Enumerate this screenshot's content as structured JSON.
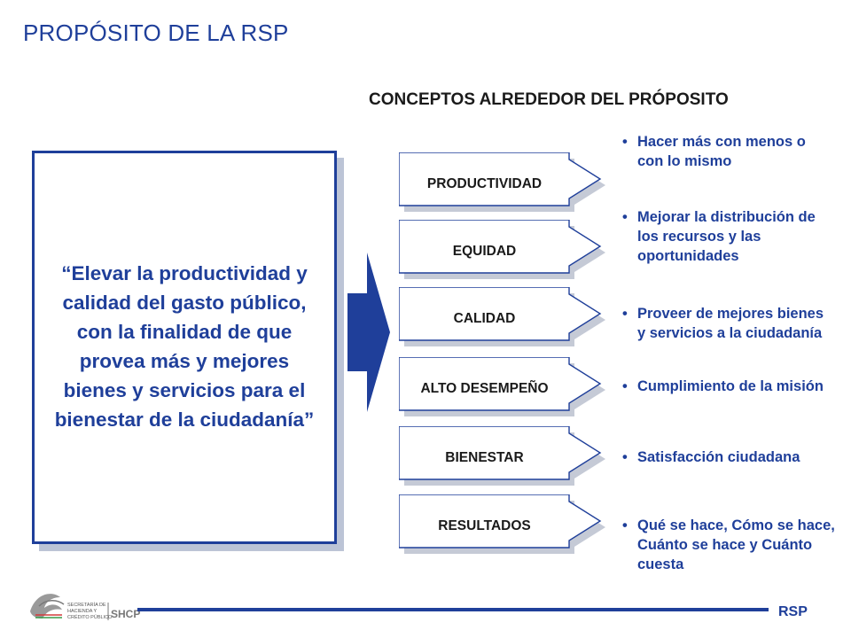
{
  "title": "PROPÓSITO DE LA RSP",
  "subtitle": "CONCEPTOS ALREDEDOR DEL PRÓPOSITO",
  "quote": "“Elevar la productividad y calidad del gasto público, con la finalidad de que provea más y mejores bienes y servicios para el bienestar de la ciudadanía”",
  "concepts": [
    {
      "label": "PRODUCTIVIDAD"
    },
    {
      "label": "EQUIDAD"
    },
    {
      "label": "CALIDAD"
    },
    {
      "label": "ALTO DESEMPEÑO"
    },
    {
      "label": "BIENESTAR"
    },
    {
      "label": "RESULTADOS"
    }
  ],
  "descriptions": [
    {
      "bullet": "•",
      "text": "Hacer más con menos o con lo mismo"
    },
    {
      "bullet": "•",
      "text": "Mejorar la distribución de los recursos y las oportunidades"
    },
    {
      "bullet": "•",
      "text": "Proveer de mejores bienes y servicios a la ciudadanía"
    },
    {
      "bullet": "•",
      "text": "Cumplimiento de la misión"
    },
    {
      "bullet": "•",
      "text": "Satisfacción ciudadana"
    },
    {
      "bullet": "•",
      "text": "Qué se hace, Cómo se hace, Cuánto se hace y Cuánto cuesta"
    }
  ],
  "footer": {
    "label": "RSP",
    "logo_text_1": "SECRETARÍA DE",
    "logo_text_2": "HACIENDA Y",
    "logo_text_3": "CRÉDITO PÚBLICO",
    "logo_text_4": "SHCP"
  },
  "colors": {
    "accent": "#1f3f9a",
    "shadow": "#bcc4d6",
    "text": "#1a1a1a"
  },
  "icons": {
    "big_arrow": "right-arrow",
    "logo": "eagle-emblem"
  }
}
